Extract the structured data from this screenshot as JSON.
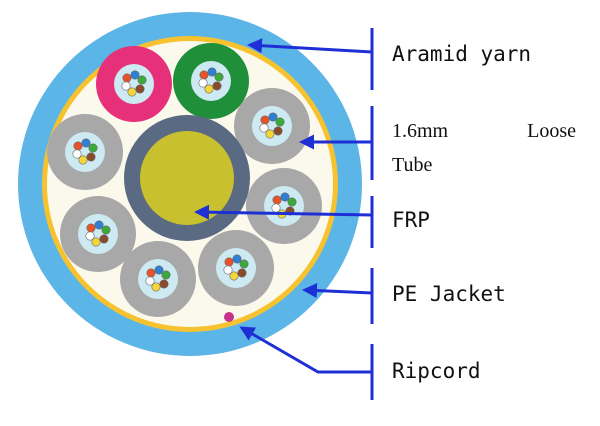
{
  "labels": {
    "aramid": "Aramid yarn",
    "loose_tube_size": "1.6mm",
    "loose_tube_word1": "Loose",
    "loose_tube_word2": "Tube",
    "frp": "FRP",
    "pe_jacket": "PE Jacket",
    "ripcord": "Ripcord"
  },
  "colors": {
    "outer_jacket": "#5bb5e6",
    "aramid_ring": "#f7c230",
    "inner_fill": "#fbf8ec",
    "frp_ring": "#596a82",
    "frp_core": "#c9c030",
    "tube_grey": "#a8a8a8",
    "tube_pink": "#e6317a",
    "tube_green": "#1f8f3a",
    "tube_inner": "#cde9f2",
    "arrow": "#1e2fd6",
    "ripcord": "#c6338a",
    "fibers": [
      "#e8522b",
      "#2f7fd3",
      "#3aaa3a",
      "#8a4b2a",
      "#f3d63a",
      "#ffffff"
    ]
  },
  "tubes": [
    {
      "name": "loose-tube-pink",
      "color": "tube_pink"
    },
    {
      "name": "loose-tube-green",
      "color": "tube_green"
    },
    {
      "name": "loose-tube-upper-right",
      "color": "tube_grey"
    },
    {
      "name": "loose-tube-right",
      "color": "tube_grey"
    },
    {
      "name": "loose-tube-lower-right",
      "color": "tube_grey"
    },
    {
      "name": "loose-tube-bottom",
      "color": "tube_grey"
    },
    {
      "name": "loose-tube-lower-left",
      "color": "tube_grey"
    },
    {
      "name": "loose-tube-left",
      "color": "tube_grey"
    }
  ]
}
